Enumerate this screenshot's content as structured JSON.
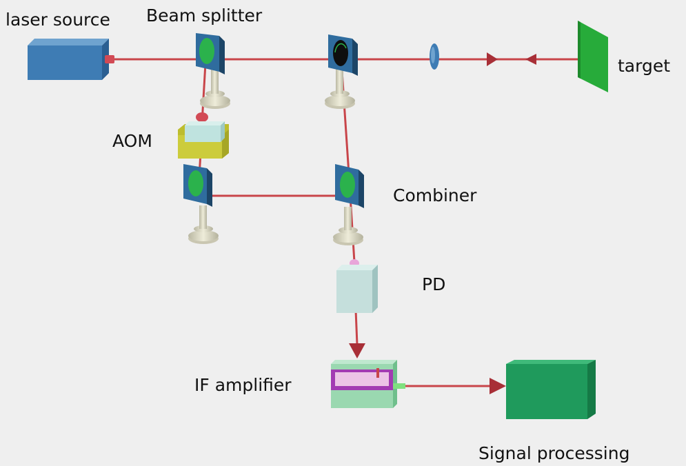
{
  "labels": {
    "laser_source": "laser source",
    "beam_splitter": "Beam splitter",
    "target": "target",
    "aom": "AOM",
    "combiner": "Combiner",
    "pd": "PD",
    "if_amplifier": "IF amplifier",
    "signal_processing": "Signal processing"
  },
  "colors": {
    "background": "#efefef",
    "beam": "#c8454a",
    "laser_body": "#3e7cb4",
    "mirror_frame": "#2f6c9e",
    "mirror_face": "#2bb24c",
    "target": "#27ab3a",
    "mount": "#e3e0cc",
    "aom": "#bfe3df",
    "aom_base": "#c9c93a",
    "pd": "#c5dfdc",
    "if_amp": "#9ad8b0",
    "if_amp_band": "#a23bb2",
    "signal_processing": "#1f9a5c"
  }
}
